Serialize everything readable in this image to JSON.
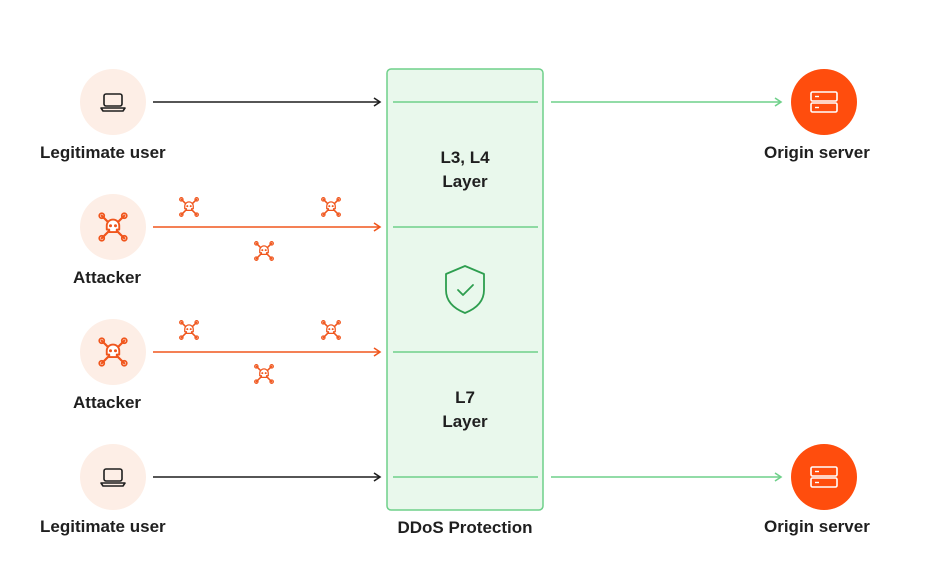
{
  "diagram": {
    "sources": [
      {
        "label": "Legitimate user",
        "icon": "laptop-icon",
        "type": "legitimate"
      },
      {
        "label": "Attacker",
        "icon": "skull-crossbones-icon",
        "type": "attacker"
      },
      {
        "label": "Attacker",
        "icon": "skull-crossbones-icon",
        "type": "attacker"
      },
      {
        "label": "Legitimate user",
        "icon": "laptop-icon",
        "type": "legitimate"
      }
    ],
    "protection": {
      "label": "DDoS Protection",
      "layers": [
        {
          "line1": "L3, L4",
          "line2": "Layer"
        },
        {
          "line1": "L7",
          "line2": "Layer"
        }
      ],
      "center_icon": "shield-check-icon"
    },
    "destinations": [
      {
        "label": "Origin server",
        "icon": "server-icon"
      },
      {
        "label": "Origin server",
        "icon": "server-icon"
      }
    ],
    "colors": {
      "legit_arrow": "#1f1f1f",
      "attack_arrow": "#f0561d",
      "attack_icon": "#f0561d",
      "source_bg": "#fdeee6",
      "protection_fill": "#e9f8ec",
      "protection_stroke": "#6fd08a",
      "allowed_arrow": "#6fd08a",
      "shield": "#2e9e4f",
      "server_bg": "#ff4d0d",
      "text": "#1f1f1f"
    }
  }
}
